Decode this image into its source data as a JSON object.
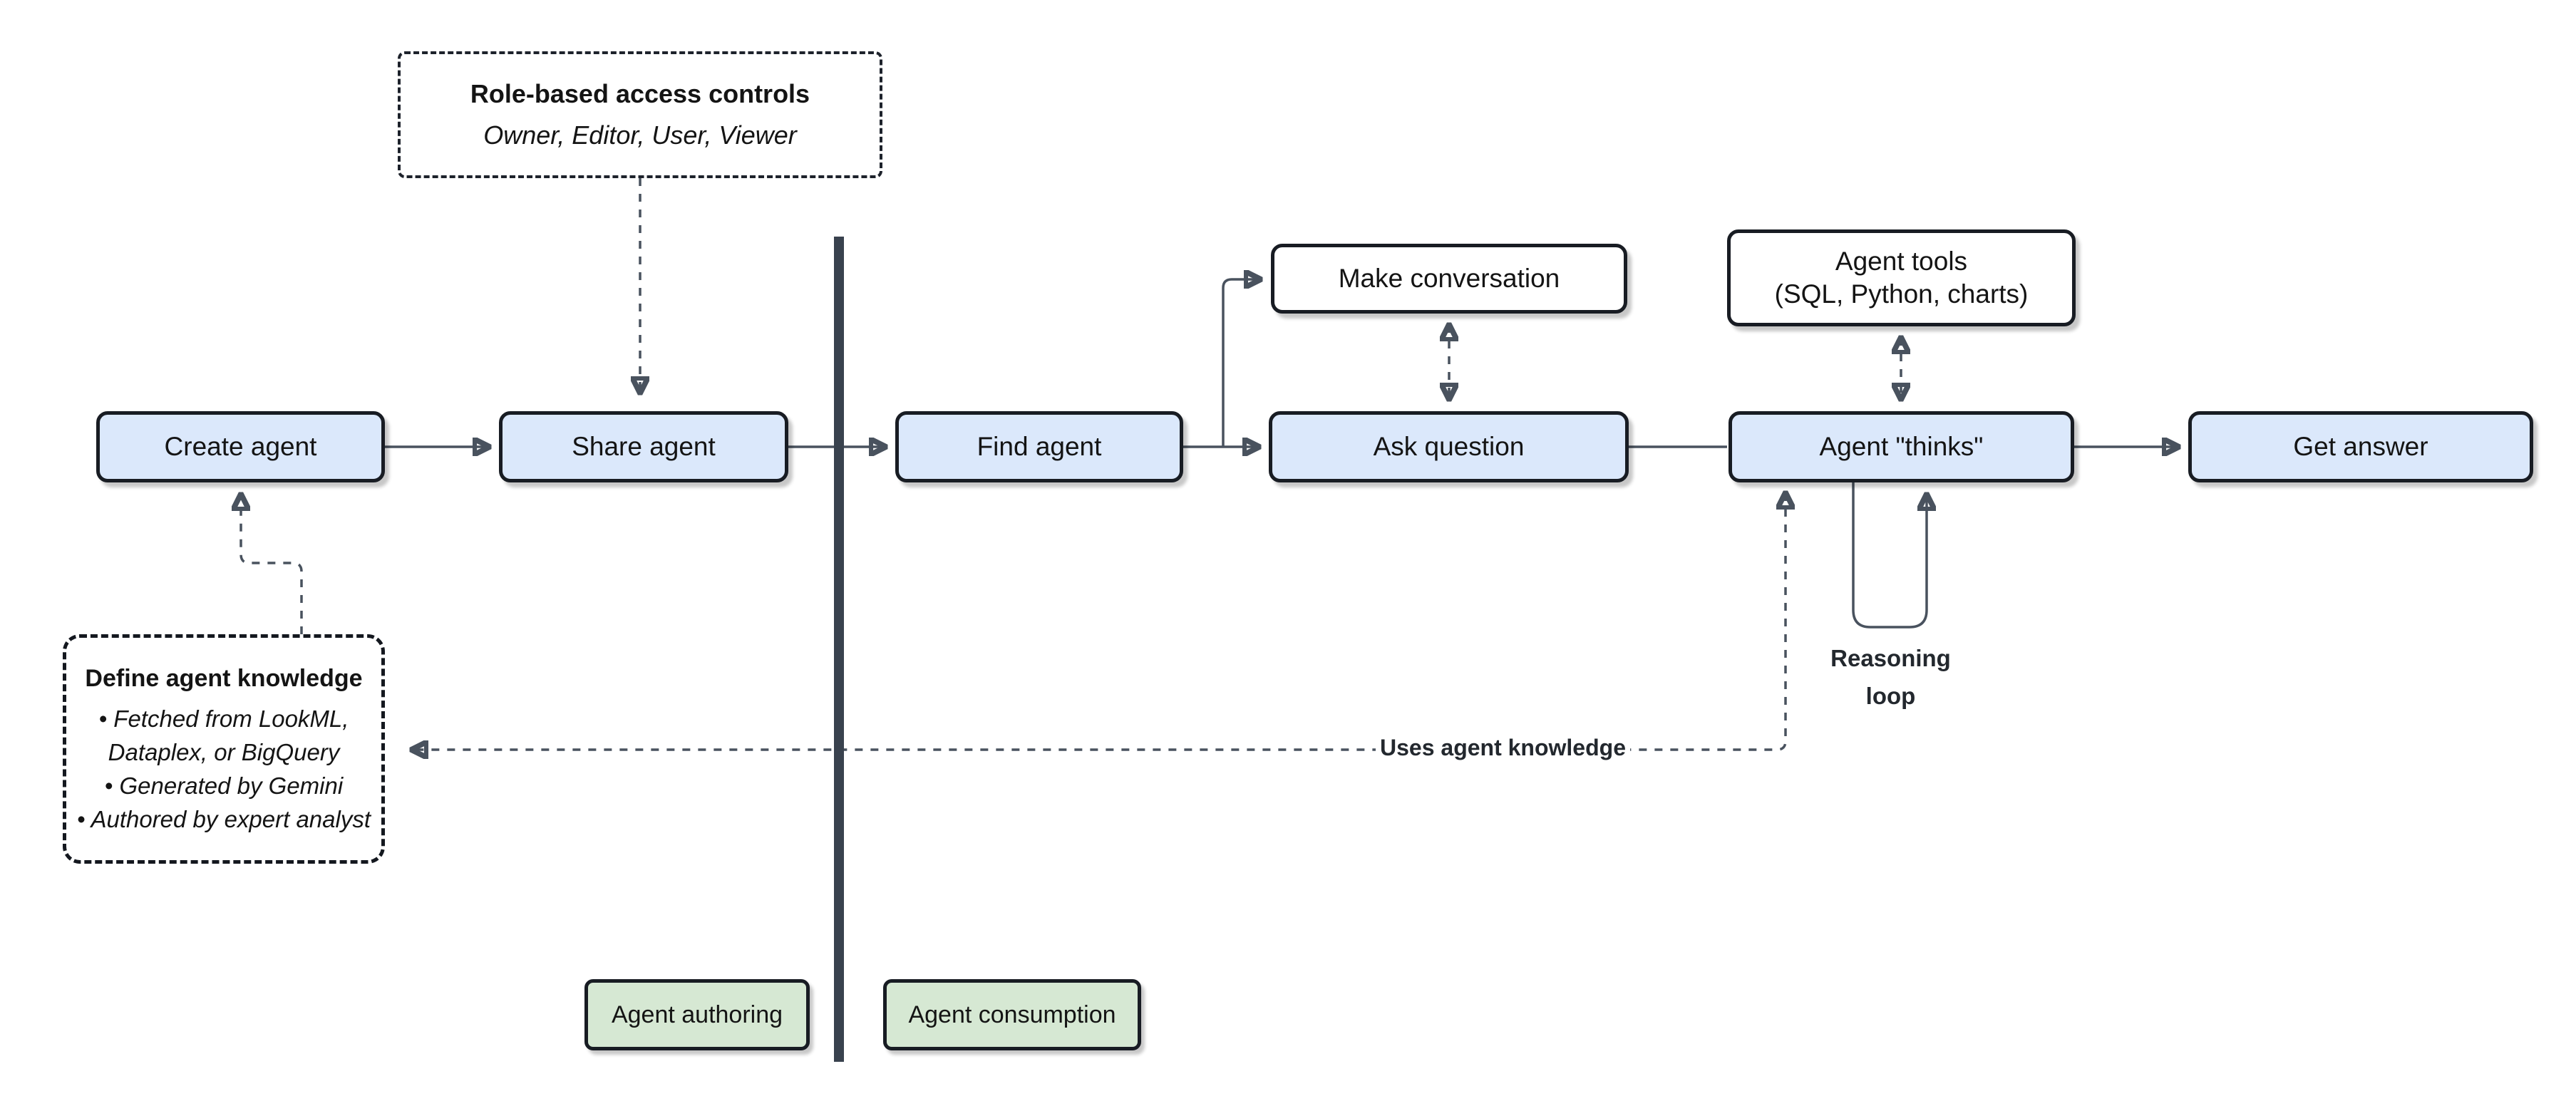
{
  "diagram": {
    "nodes": {
      "create_agent": {
        "label": "Create agent"
      },
      "share_agent": {
        "label": "Share agent"
      },
      "find_agent": {
        "label": "Find agent"
      },
      "make_conversation": {
        "label": "Make conversation"
      },
      "ask_question": {
        "label": "Ask question"
      },
      "agent_tools": {
        "line1": "Agent tools",
        "line2": "(SQL, Python, charts)"
      },
      "agent_thinks": {
        "label": "Agent \"thinks\""
      },
      "get_answer": {
        "label": "Get answer"
      }
    },
    "callouts": {
      "rbac": {
        "title": "Role-based access controls",
        "subtitle": "Owner, Editor, User, Viewer"
      },
      "knowledge": {
        "title": "Define agent knowledge",
        "bullets": [
          "• Fetched from LookML, Dataplex, or BigQuery",
          "• Generated by Gemini",
          "• Authored by expert analyst"
        ]
      }
    },
    "edge_labels": {
      "reasoning_loop_line1": "Reasoning",
      "reasoning_loop_line2": "loop",
      "uses_agent_knowledge": "Uses agent knowledge"
    },
    "zones": {
      "authoring": {
        "label": "Agent authoring"
      },
      "consumption": {
        "label": "Agent consumption"
      }
    },
    "colors": {
      "node_fill_blue": "#dbe8fb",
      "node_fill_white": "#ffffff",
      "zone_fill_green": "#d6e8d3",
      "border_dark": "#181c23",
      "connector": "#49525e",
      "arrowhead": "#39424e",
      "divider": "#39424e",
      "text": "#141414"
    }
  }
}
